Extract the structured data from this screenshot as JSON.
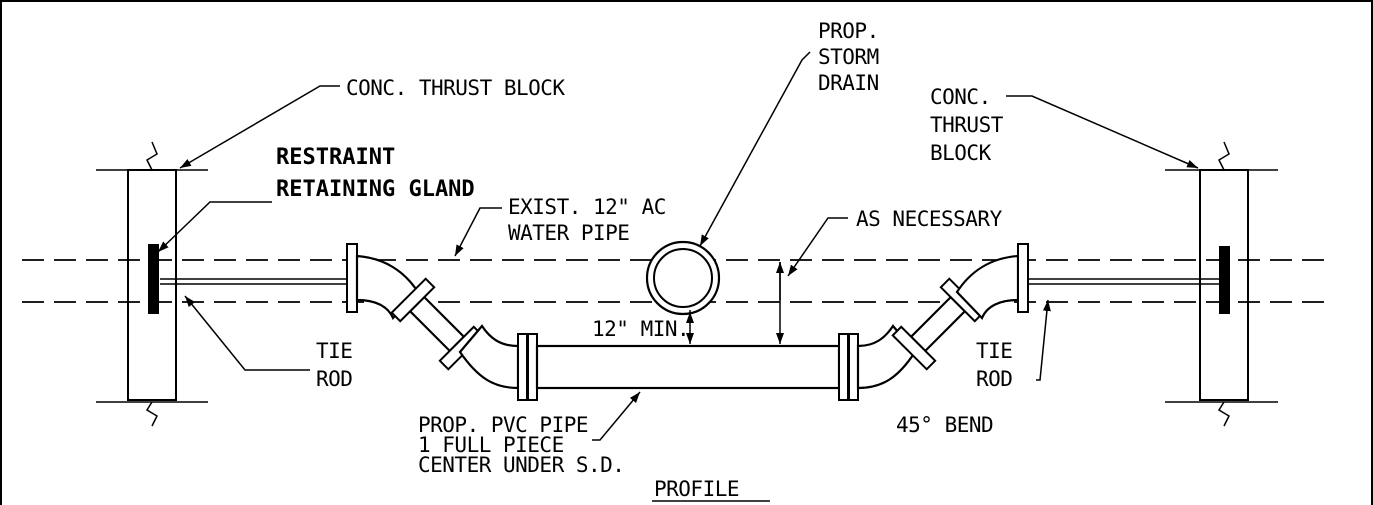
{
  "labels": {
    "conc_thrust_block_left": "CONC. THRUST BLOCK",
    "restraint_line1": "RESTRAINT",
    "restraint_line2": "RETAINING GLAND",
    "exist_pipe_line1": "EXIST. 12\" AC",
    "exist_pipe_line2": "WATER PIPE",
    "storm_drain_line1": "PROP.",
    "storm_drain_line2": "STORM",
    "storm_drain_line3": "DRAIN",
    "conc_thrust_right_line1": "CONC.",
    "conc_thrust_right_line2": "THRUST",
    "conc_thrust_right_line3": "BLOCK",
    "as_necessary": "AS NECESSARY",
    "min_clearance": "12\" MIN.",
    "tie_rod_left_line1": "TIE",
    "tie_rod_left_line2": "ROD",
    "tie_rod_right_line1": "TIE",
    "tie_rod_right_line2": "ROD",
    "pvc_line1": "PROP. PVC PIPE",
    "pvc_line2": "1 FULL PIECE",
    "pvc_line3": "CENTER UNDER S.D.",
    "bend": "45° BEND",
    "view_title": "PROFILE"
  }
}
